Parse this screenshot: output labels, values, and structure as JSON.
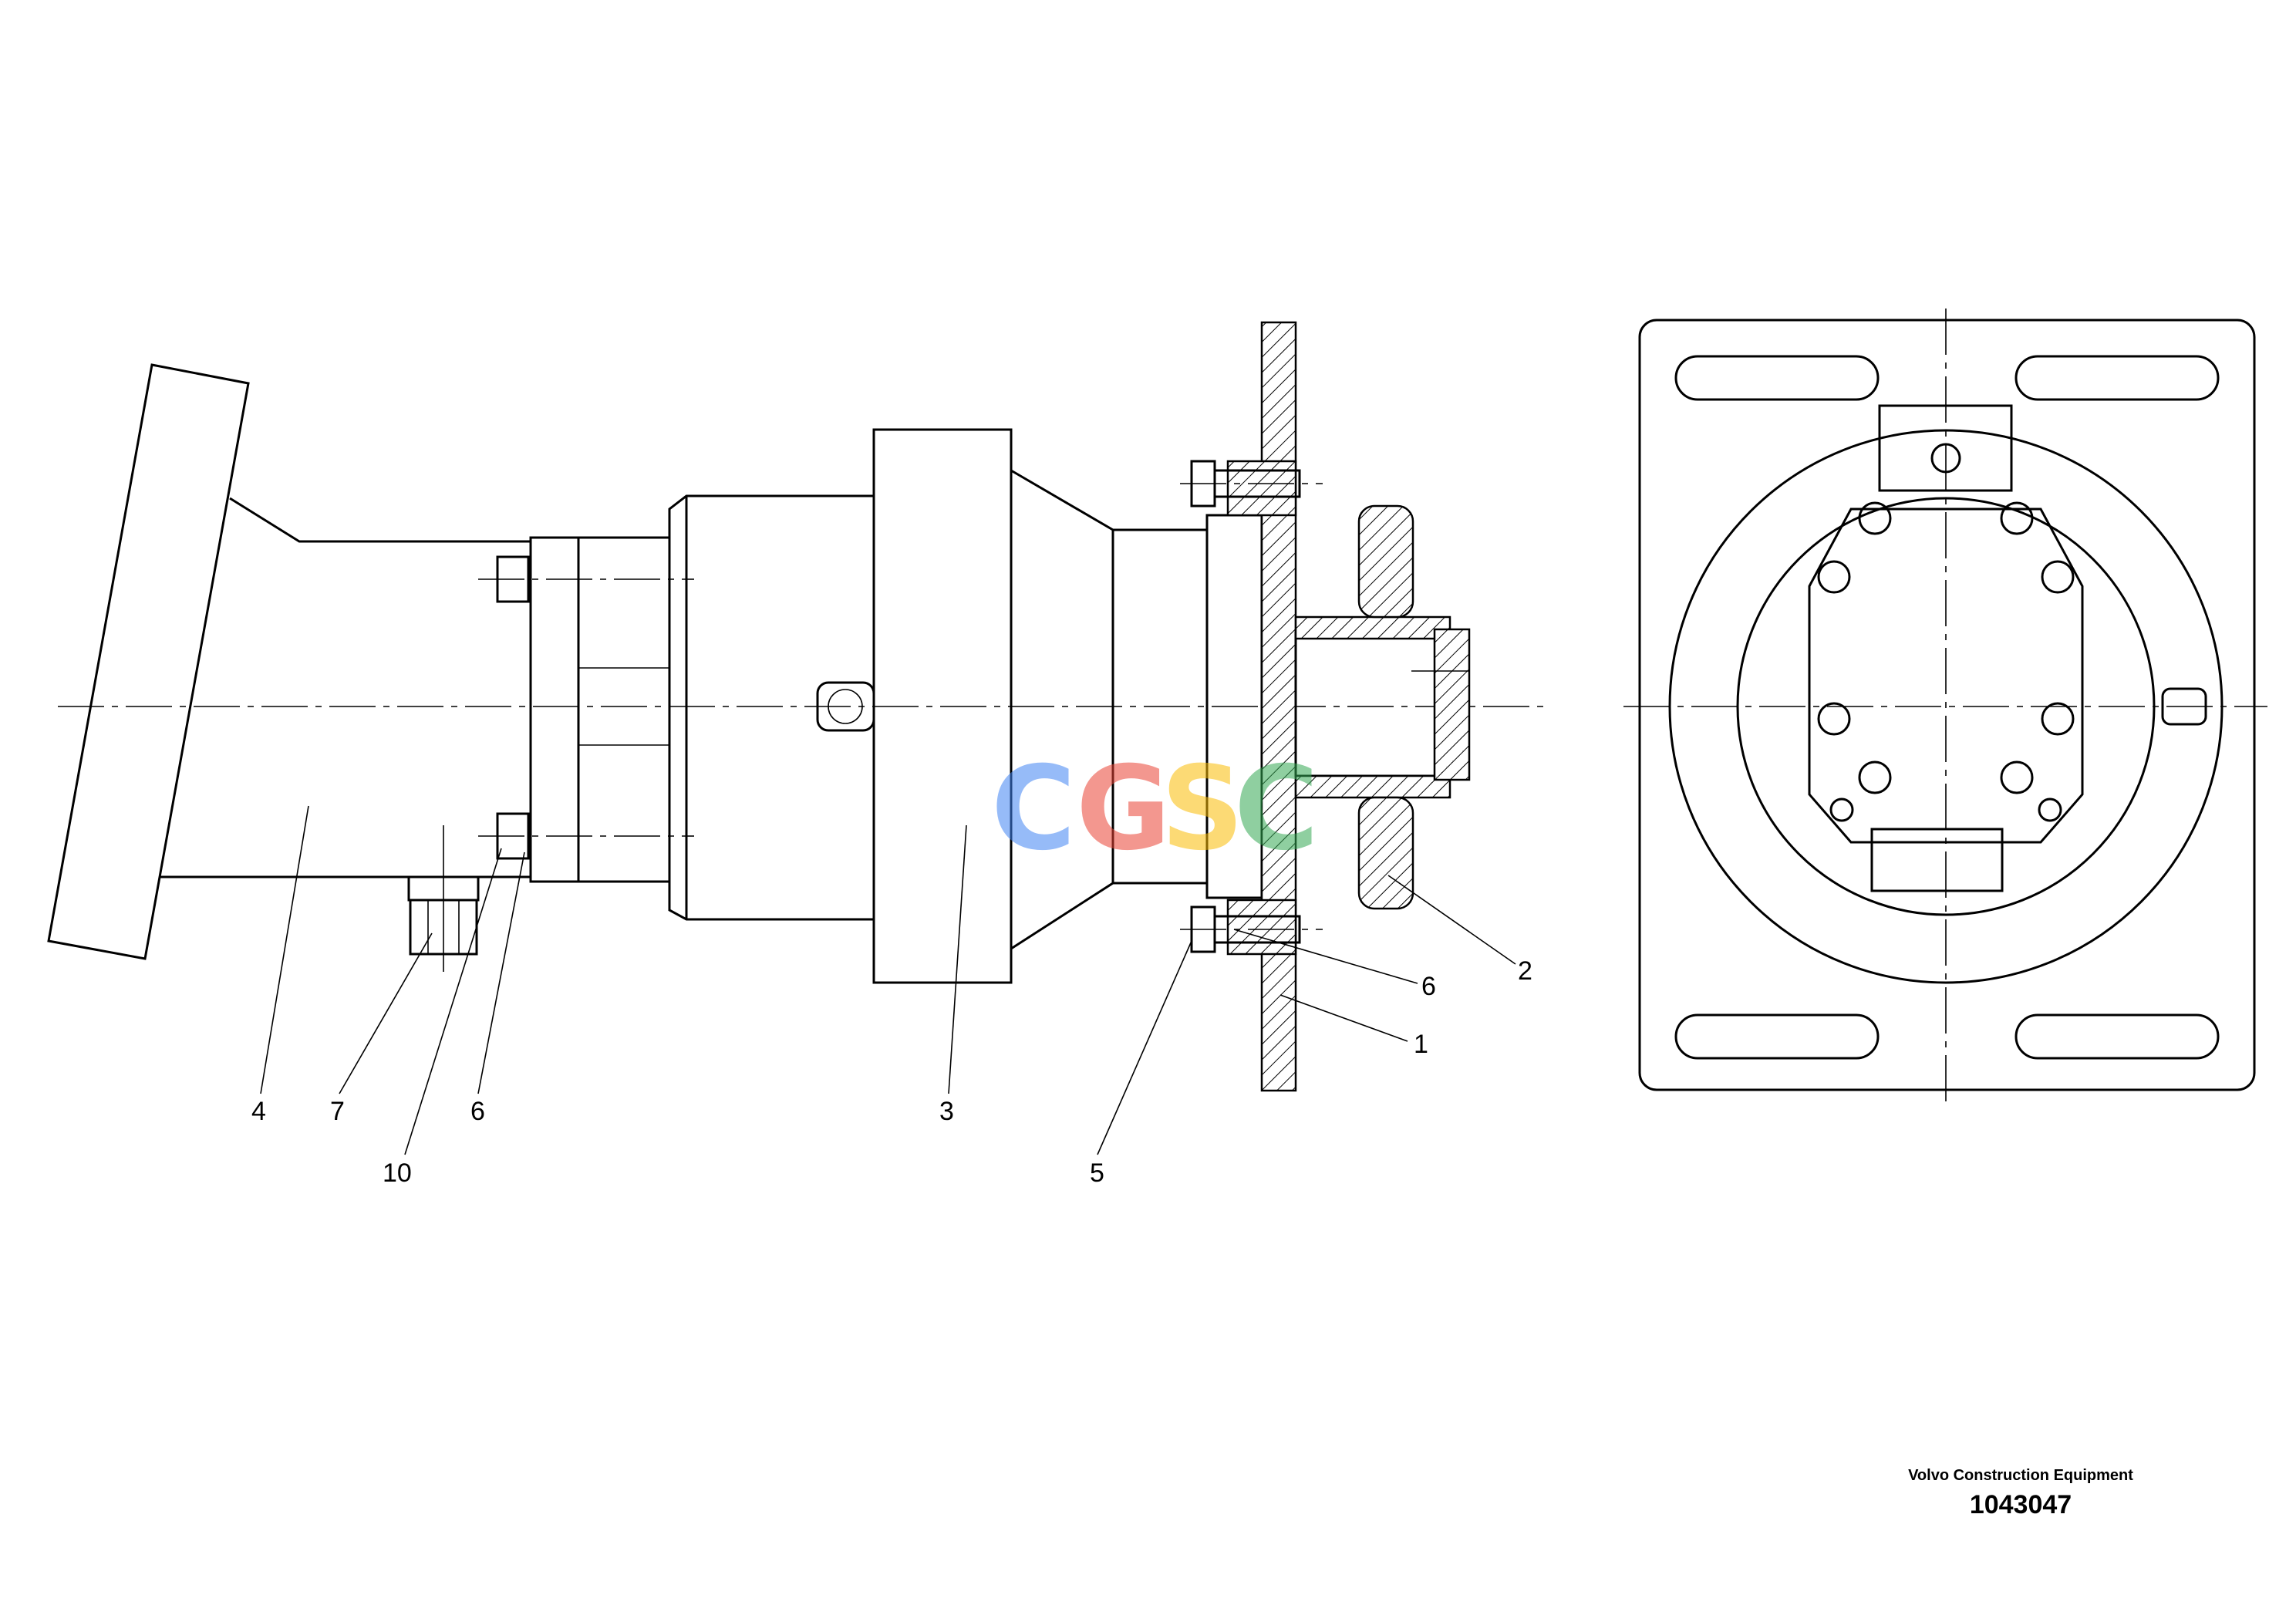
{
  "drawing": {
    "callouts": {
      "c4": "4",
      "c7": "7",
      "c10": "10",
      "c6_left": "6",
      "c3": "3",
      "c5": "5",
      "c6_right": "6",
      "c1": "1",
      "c2": "2"
    },
    "watermark": {
      "text": "CGSC",
      "colors": [
        "#4285F4",
        "#EA4335",
        "#FBBC05",
        "#34A853"
      ]
    }
  },
  "title_block": {
    "company": "Volvo Construction Equipment",
    "drawing_number": "1043047"
  }
}
